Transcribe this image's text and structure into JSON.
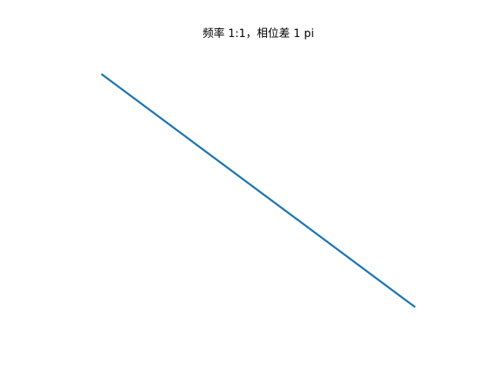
{
  "chart_data": {
    "type": "line",
    "title": "频率 1:1，相位差 1 pi",
    "xlabel": "",
    "ylabel": "",
    "axes_visible": false,
    "grid": false,
    "xlim": [
      -1.1,
      1.1
    ],
    "ylim": [
      -1.1,
      1.1
    ],
    "series": [
      {
        "x": [
          -1,
          -0.5,
          0,
          0.5,
          1
        ],
        "y": [
          1,
          0.5,
          0,
          -0.5,
          -1
        ],
        "color": "#1f77b4"
      }
    ]
  }
}
